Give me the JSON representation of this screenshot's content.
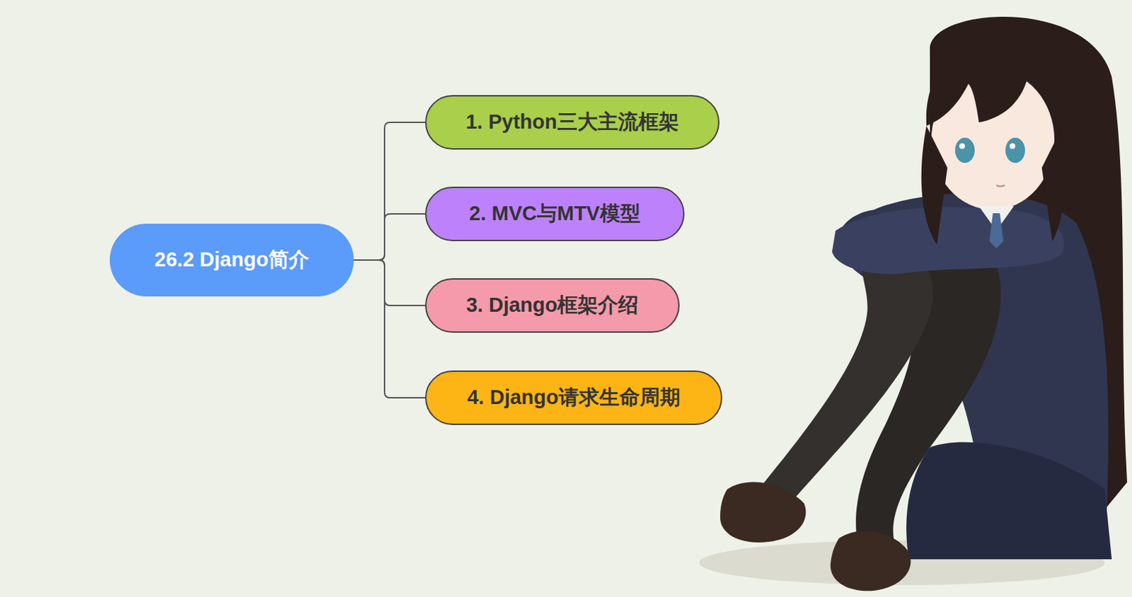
{
  "diagram": {
    "nodes": [
      {
        "text": [
          "26.2 Django简介"
        ]
      },
      {
        "text": [
          "1. Python三大主流框架"
        ]
      },
      {
        "text": [
          "2. MVC与MTV模型"
        ]
      },
      {
        "text": [
          "3. Django框架介绍"
        ]
      },
      {
        "text": [
          "4. Django请求生命周期"
        ]
      }
    ],
    "edges": [
      {
        "from": 0,
        "to": 1,
        "arrow": "none"
      },
      {
        "from": 0,
        "to": 2,
        "arrow": "none"
      },
      {
        "from": 0,
        "to": 3,
        "arrow": "none"
      },
      {
        "from": 0,
        "to": 4,
        "arrow": "none"
      }
    ]
  }
}
